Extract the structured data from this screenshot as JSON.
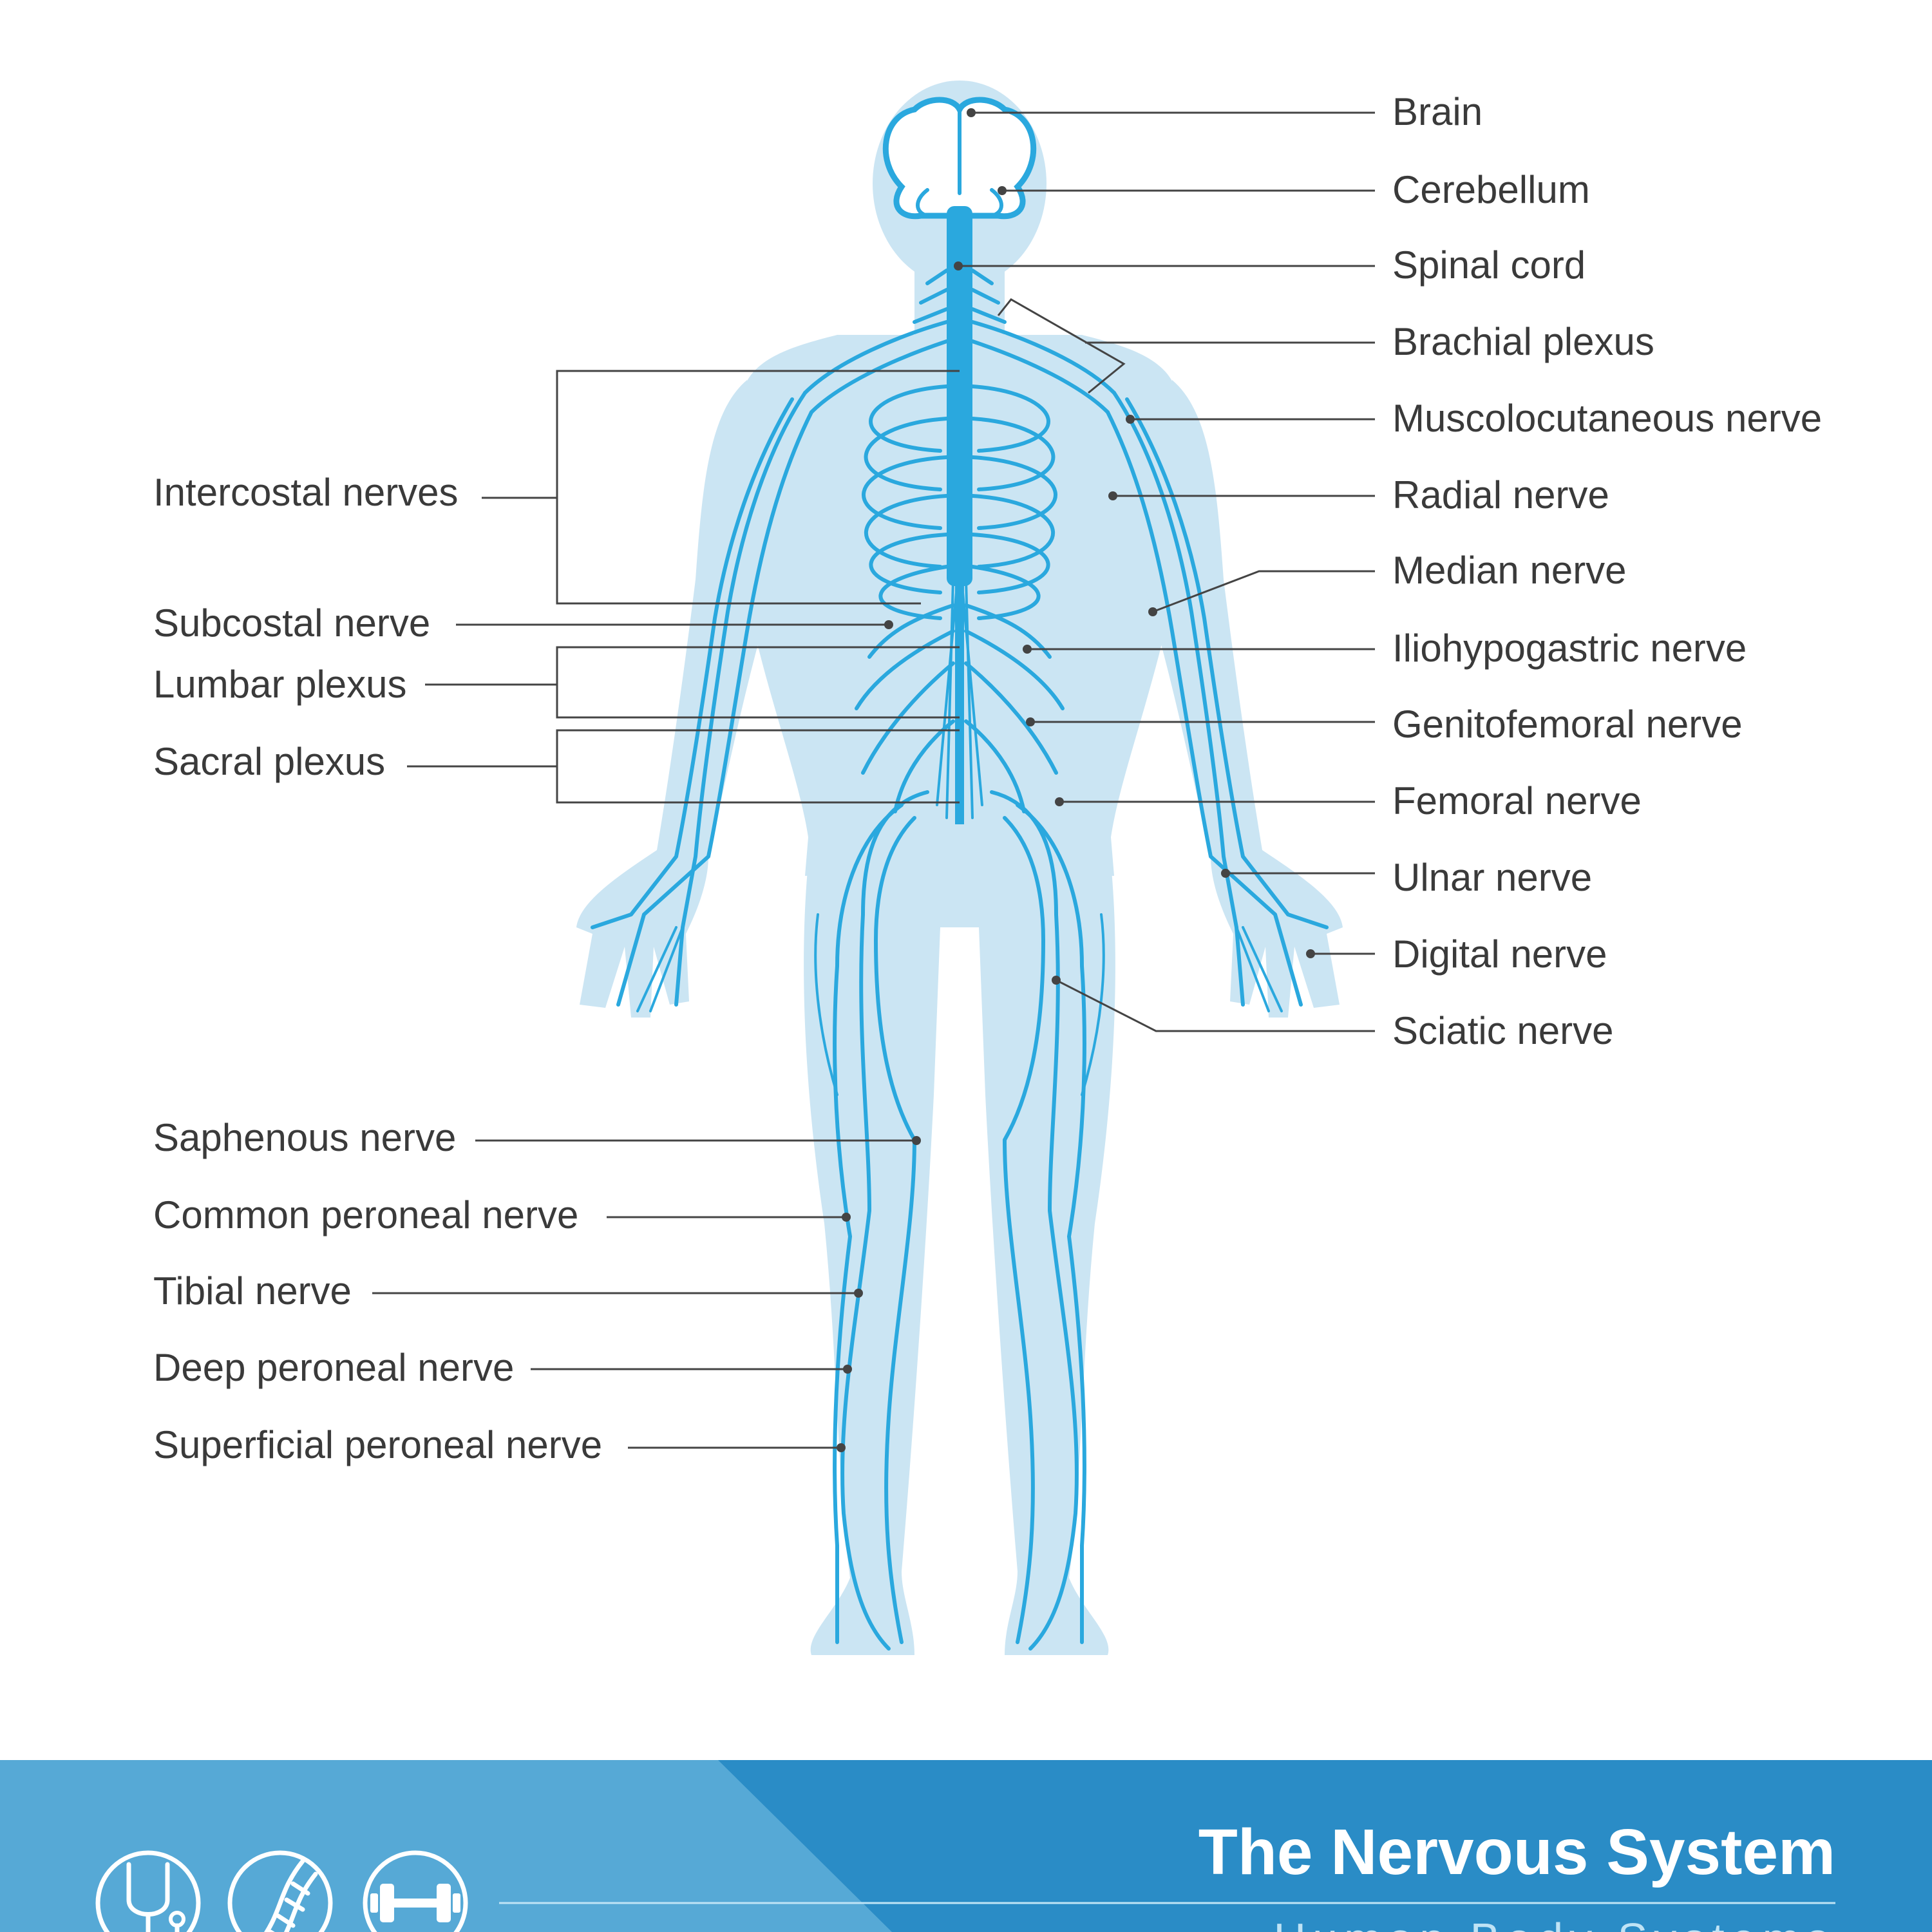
{
  "labels": {
    "right": [
      "Brain",
      "Cerebellum",
      "Spinal cord",
      "Brachial plexus",
      "Muscolocutaneous nerve",
      "Radial nerve",
      "Median nerve",
      "Iliohypogastric nerve",
      "Genitofemoral nerve",
      "Femoral nerve",
      "Ulnar nerve",
      "Digital nerve",
      "Sciatic nerve"
    ],
    "left_upper": [
      "Intercostal nerves",
      "Subcostal nerve",
      "Lumbar plexus",
      "Sacral plexus"
    ],
    "left_lower": [
      "Saphenous nerve",
      "Common peroneal nerve",
      "Tibial nerve",
      "Deep peroneal nerve",
      "Superficial peroneal nerve"
    ]
  },
  "footer": {
    "title": "The Nervous System",
    "subtitle": "Human Body Systems",
    "icons": [
      "stethoscope-icon",
      "dna-icon",
      "dumbbell-icon"
    ]
  },
  "colors": {
    "nerve": "#2aa8de",
    "body_silhouette": "#cbe5f3",
    "footer_dark": "#2a8cc6",
    "footer_light": "#56a9d6"
  }
}
